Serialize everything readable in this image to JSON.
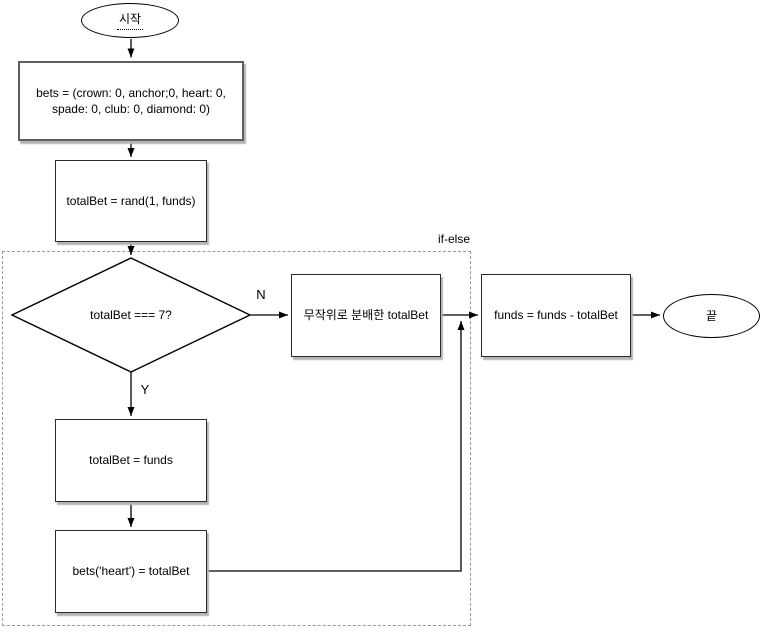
{
  "colors": {
    "background": "#ffffff",
    "stroke": "#000000",
    "node_fill": "#ffffff",
    "shadow": "#b3b3b3",
    "group_border": "#999999"
  },
  "flowchart": {
    "group_label": "if-else",
    "nodes": {
      "start": {
        "label": "시작"
      },
      "init_bets": {
        "line1": "bets = (crown: 0, anchor;0, heart: 0,",
        "line2": "spade: 0, club: 0, diamond: 0)"
      },
      "rand_bet": {
        "label": "totalBet = rand(1, funds)"
      },
      "decision": {
        "label": "totalBet === 7?"
      },
      "distribute": {
        "label": "무작위로 분배한  totalBet"
      },
      "subtract": {
        "label": "funds = funds - totalBet"
      },
      "end": {
        "label": "끝"
      },
      "bet_all": {
        "label": "totalBet = funds"
      },
      "bet_heart": {
        "label": "bets('heart') = totalBet"
      }
    },
    "branch_labels": {
      "no": "N",
      "yes": "Y"
    }
  }
}
